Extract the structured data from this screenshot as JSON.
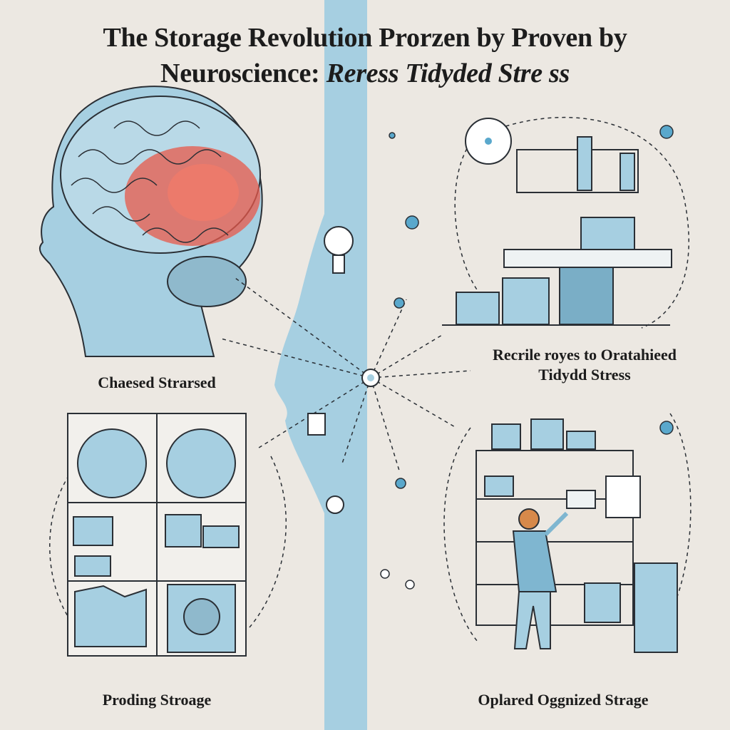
{
  "title": {
    "line1": "The Storage Revolution Prorzen by Proven by",
    "line2_plain": "Neuroscience: ",
    "line2_italic": "Reress Tidyded Stre ss"
  },
  "labels": {
    "top_left": "Chaesed Strarsed",
    "top_right_line1": "Recrile royes to Oratahieed",
    "top_right_line2": "Tidydd Stress",
    "bottom_left": "Proding Stroage",
    "bottom_right": "Oplared Oggnized Strage"
  },
  "colors": {
    "background": "#ece8e2",
    "accent_blue": "#a6cfe1",
    "stress_red": "#e8584a",
    "ink": "#2a2f35"
  }
}
